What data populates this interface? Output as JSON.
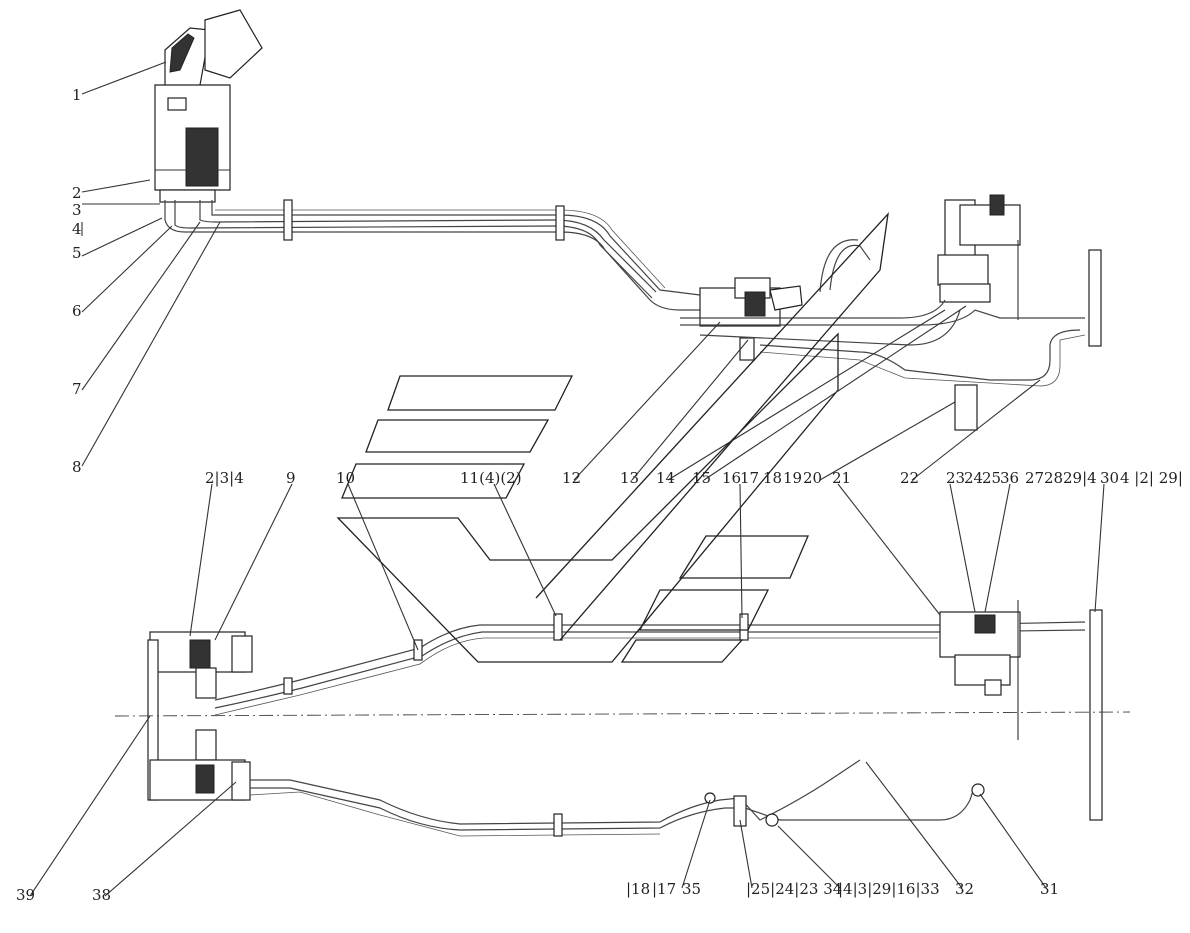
{
  "callouts": {
    "c1": "1",
    "c2": "2",
    "c3": "3",
    "c4": "4",
    "c5": "5",
    "c6": "6",
    "c7": "7",
    "c8": "8",
    "c9": "9",
    "c10": "10",
    "c11": "11(4)(2)",
    "c12": "12",
    "c13": "13",
    "c14": "14",
    "c15": "15",
    "c16": "16",
    "c17": "17",
    "c18": "18",
    "c19": "19",
    "c20": "20",
    "c21": "21",
    "c22": "22",
    "c234": "2|3|4",
    "c23": "23",
    "c24": "24",
    "c25": "25",
    "c36": "36",
    "c27": "27",
    "c28": "28",
    "c29_4": "29|4",
    "c30": "30",
    "c4_2_29": "4 |2| 29|",
    "c39": "39",
    "c38": "38",
    "b18": "|18",
    "b17": "|17",
    "b35": "35",
    "b25_34": "|25|24|23  34",
    "b4_33": "|4|3|29|16|33",
    "c32": "32",
    "c31": "31"
  }
}
